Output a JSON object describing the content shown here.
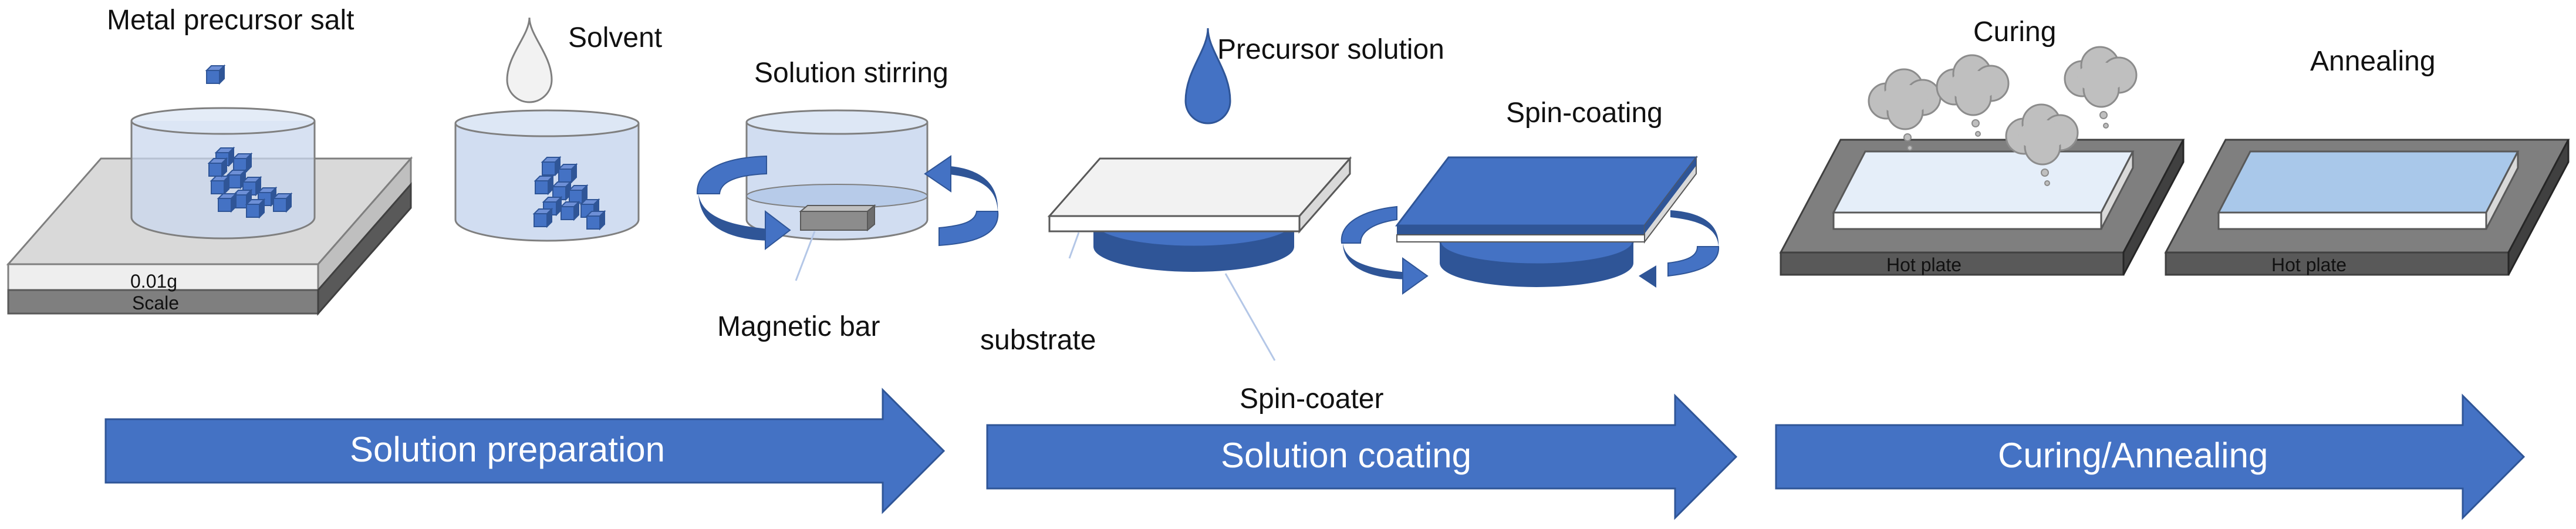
{
  "labels": {
    "metal_precursor_salt": "Metal precursor salt",
    "solvent": "Solvent",
    "solution_stirring": "Solution stirring",
    "magnetic_bar": "Magnetic bar",
    "precursor_solution": "Precursor solution",
    "spin_coating": "Spin-coating",
    "substrate": "substrate",
    "spin_coater": "Spin-coater",
    "curing": "Curing",
    "annealing": "Annealing",
    "scale_reading": "0.01g",
    "scale": "Scale",
    "hot_plate_1": "Hot plate",
    "hot_plate_2": "Hot plate"
  },
  "stages": {
    "solution_preparation": "Solution preparation",
    "solution_coating": "Solution coating",
    "curing_annealing": "Curing/Annealing"
  },
  "colors": {
    "accent_blue": "#4472c4",
    "dark_blue": "#2f5597",
    "light_blue_fill": "#c9d7ee",
    "film_light": "#e5eef9",
    "film_annealed": "#a9c8ea",
    "plate_grey": "#808080",
    "cloud_grey": "#bfbfbf"
  }
}
